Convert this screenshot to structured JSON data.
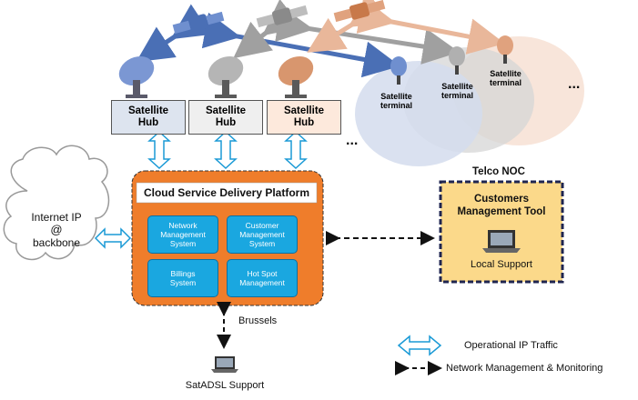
{
  "hubs": [
    {
      "label": "Satellite\nHub",
      "fill": "#dde4ef"
    },
    {
      "label": "Satellite\nHub",
      "fill": "#efefef"
    },
    {
      "label": "Satellite\nHub",
      "fill": "#fde9dc"
    }
  ],
  "terminals": [
    "Satellite\nterminal",
    "Satellite\nterminal",
    "Satellite\nterminal"
  ],
  "ellipsis": "...",
  "cloud": {
    "line1": "Internet IP",
    "line2": "@",
    "line3": "backbone"
  },
  "platform": {
    "title": "Cloud Service Delivery Platform",
    "modules": [
      "Network\nManagement\nSystem",
      "Customer\nManagement\nSystem",
      "Billings\nSystem",
      "Hot Spot\nManagement"
    ]
  },
  "noc": {
    "label": "Telco NOC",
    "title": "Customers\nManagement Tool",
    "support": "Local Support"
  },
  "brussels": "Brussels",
  "satadsl_support": "SatADSL Support",
  "legend": {
    "ip_traffic": "Operational IP Traffic",
    "mgmt": "Network Management & Monitoring"
  },
  "colors": {
    "blue": "#4a6fb5",
    "grey": "#9a9a9a",
    "orange": "#c8794a",
    "platform": "#ef7d2b",
    "module": "#1aa7e0",
    "noc": "#fbd98a",
    "arrow": "#1a9ad6"
  }
}
